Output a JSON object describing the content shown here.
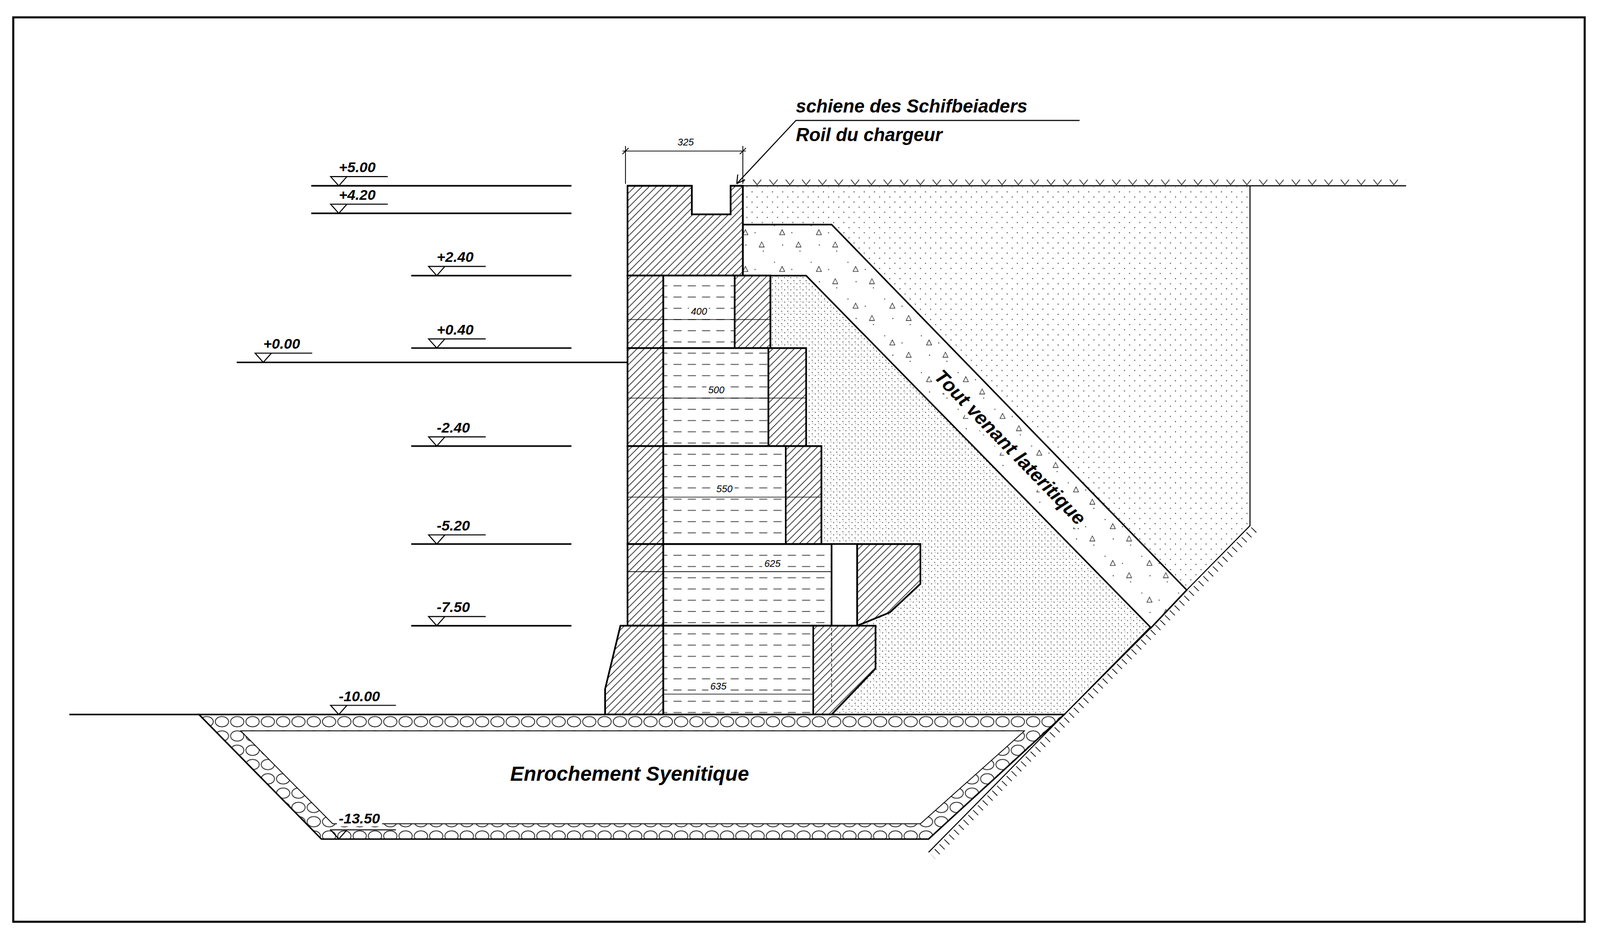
{
  "diagram": {
    "labels": [
      "schiene des Schifbeiaders",
      "Roil du chargeur",
      "325",
      "+5.00",
      "+4.20",
      "+2.40",
      "+0.40",
      "+0.00",
      "-2.40",
      "-5.20",
      "-7.50",
      "-10.00",
      "-13.50",
      "400",
      "500",
      "550",
      "625",
      "635",
      "Tout venant lateritique",
      "Enrochement Syenitique"
    ]
  }
}
